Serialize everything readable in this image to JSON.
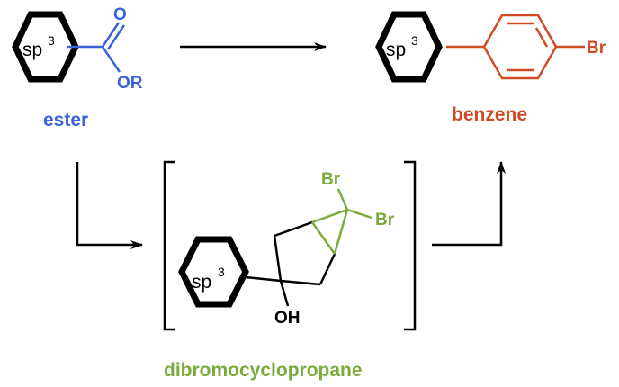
{
  "colors": {
    "ester": "#3a63d8",
    "benzene": "#d04a22",
    "dibromocyclopropane": "#7aab3c",
    "ink": "#000000"
  },
  "labels": {
    "ester": "ester",
    "benzene": "benzene",
    "dibromocyclopropane": "dibromocyclopropane"
  },
  "ester_group": {
    "carbonyl_o": "O",
    "alkoxy": "OR"
  },
  "benzene_group": {
    "halogen": "Br"
  },
  "intermediate": {
    "halogen_1": "Br",
    "halogen_2": "Br",
    "hydroxyl": "OH"
  },
  "sp3_ring": {
    "text": "sp",
    "superscript": "3"
  }
}
